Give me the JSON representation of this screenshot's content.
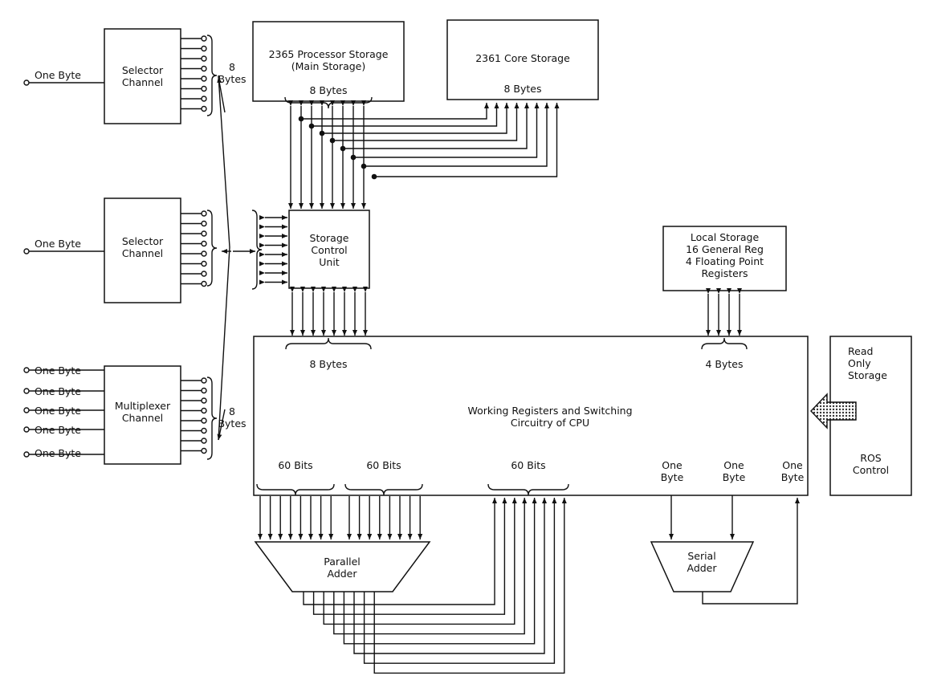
{
  "blocks": {
    "selector_channel_1": "Selector\nChannel",
    "selector_channel_2": "Selector\nChannel",
    "multiplexer_channel": "Multiplexer\nChannel",
    "processor_storage": "2365 Processor Storage\n(Main Storage)",
    "processor_storage_width": "8 Bytes",
    "core_storage": "2361 Core Storage",
    "core_storage_width": "8 Bytes",
    "storage_control_unit": "Storage\nControl\nUnit",
    "local_storage": "Local Storage\n16 General Reg\n4 Floating Point\nRegisters",
    "cpu": "Working Registers and Switching\nCircuitry of CPU",
    "read_only_storage": "Read\nOnly\nStorage",
    "ros_control": "ROS\nControl",
    "parallel_adder": "Parallel\nAdder",
    "serial_adder": "Serial\nAdder"
  },
  "channel_inputs": {
    "selector_1": "One Byte",
    "selector_2": "One Byte",
    "multiplexer": [
      "One Byte",
      "One Byte",
      "One Byte",
      "One Byte",
      "One Byte"
    ]
  },
  "bus_labels": {
    "channel_bus_top": "8\nBytes",
    "channel_bus_bottom": "8\nBytes",
    "scu_to_cpu": "8 Bytes",
    "local_to_cpu": "4 Bytes",
    "cpu_out_1": "60 Bits",
    "cpu_out_2": "60 Bits",
    "cpu_in": "60 Bits",
    "serial_out_1": "One\nByte",
    "serial_out_2": "One\nByte",
    "serial_in": "One\nByte"
  }
}
